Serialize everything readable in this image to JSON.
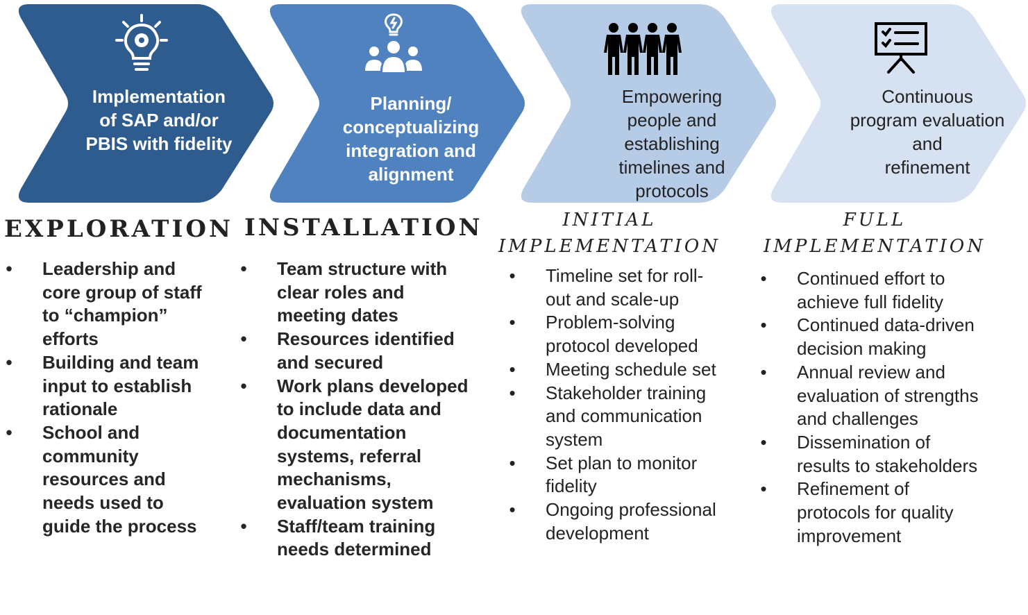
{
  "colors": {
    "chevron_1": "#2f5c8f",
    "chevron_2": "#4f82bf",
    "chevron_3": "#b6cce6",
    "chevron_4": "#d6e2f1",
    "dark_text": "#222222",
    "white_text": "#ffffff"
  },
  "stages": [
    {
      "icon": "lightbulb-gear-icon",
      "chevron_text": [
        "Implementation",
        "of SAP and/or",
        "PBIS with fidelity"
      ],
      "title": "EXPLORATION",
      "bullets": [
        "Leadership and core group of staff to “champion” efforts",
        "Building and team input to establish rationale",
        "School and community resources and needs used to guide the process"
      ]
    },
    {
      "icon": "team-idea-icon",
      "chevron_text": [
        "Planning/",
        "conceptualizing",
        "integration and",
        "alignment"
      ],
      "title": "INSTALLATION",
      "bullets": [
        "Team structure with clear roles and meeting dates",
        "Resources identified and secured",
        "Work plans developed to include data and documentation systems, referral mechanisms, evaluation system",
        "Staff/team training needs determined"
      ]
    },
    {
      "icon": "people-group-icon",
      "chevron_text": [
        "Empowering",
        "people and",
        "establishing",
        "timelines and",
        "protocols"
      ],
      "title_lines": [
        "INITIAL",
        "IMPLEMENTATION"
      ],
      "bullets": [
        "Timeline set for roll-out and scale-up",
        "Problem-solving protocol developed",
        "Meeting schedule set",
        "Stakeholder training and communication system",
        "Set plan to monitor fidelity",
        "Ongoing professional development"
      ]
    },
    {
      "icon": "presentation-board-icon",
      "chevron_text": [
        "Continuous",
        "program evaluation",
        "and",
        "refinement"
      ],
      "title_lines": [
        "FULL",
        "IMPLEMENTATION"
      ],
      "bullets": [
        "Continued effort to achieve full fidelity",
        "Continued data-driven decision making",
        "Annual review and evaluation of strengths and challenges",
        "Dissemination of results to stakeholders",
        "Refinement of protocols for quality improvement"
      ]
    }
  ],
  "bullet_char": "•"
}
